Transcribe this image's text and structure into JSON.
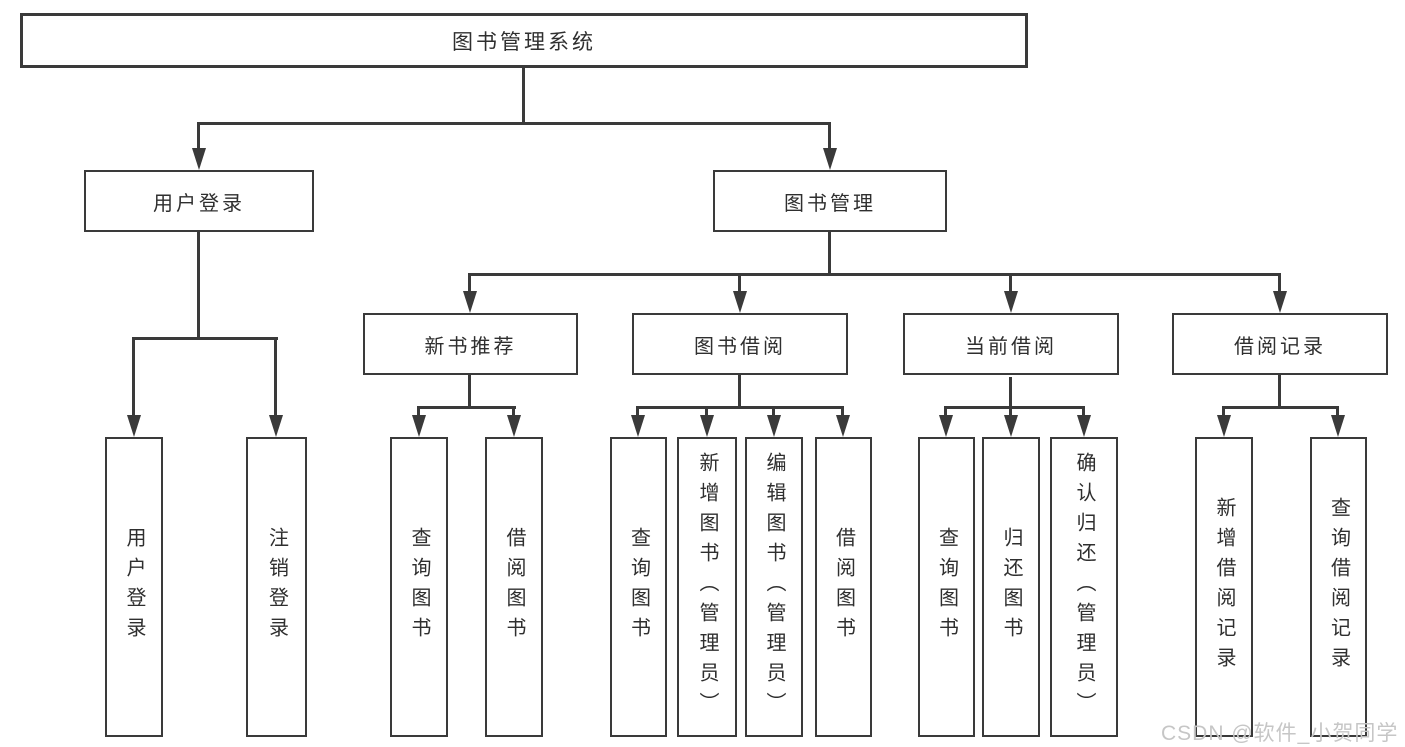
{
  "diagram": {
    "type": "hierarchy-tree",
    "watermark": "CSDN @软件_小贺同学",
    "colors": {
      "background": "#ffffff",
      "line": "#3a3a3a",
      "box_border": "#3a3a3a",
      "text": "#2f2f2f",
      "watermark": "#c6c6c6"
    }
  },
  "nodes": {
    "root": "图书管理系统",
    "l2_user_login": "用户登录",
    "l2_book_mgmt": "图书管理",
    "l3_new_book": "新书推荐",
    "l3_borrow": "图书借阅",
    "l3_current": "当前借阅",
    "l3_record": "借阅记录",
    "leaf_user_login": "用户登录",
    "leaf_logout": "注销登录",
    "leaf_nb_query": "查询图书",
    "leaf_nb_borrow": "借阅图书",
    "leaf_bb_query": "查询图书",
    "leaf_bb_add": "新增图书（管理员）",
    "leaf_bb_edit": "编辑图书（管理员）",
    "leaf_bb_borrow": "借阅图书",
    "leaf_cb_query": "查询图书",
    "leaf_cb_return": "归还图书",
    "leaf_cb_confirm": "确认归还（管理员）",
    "leaf_br_add": "新增借阅记录",
    "leaf_br_query": "查询借阅记录"
  },
  "hierarchy": {
    "图书管理系统": {
      "用户登录": [
        "用户登录",
        "注销登录"
      ],
      "图书管理": {
        "新书推荐": [
          "查询图书",
          "借阅图书"
        ],
        "图书借阅": [
          "查询图书",
          "新增图书（管理员）",
          "编辑图书（管理员）",
          "借阅图书"
        ],
        "当前借阅": [
          "查询图书",
          "归还图书",
          "确认归还（管理员）"
        ],
        "借阅记录": [
          "新增借阅记录",
          "查询借阅记录"
        ]
      }
    }
  }
}
